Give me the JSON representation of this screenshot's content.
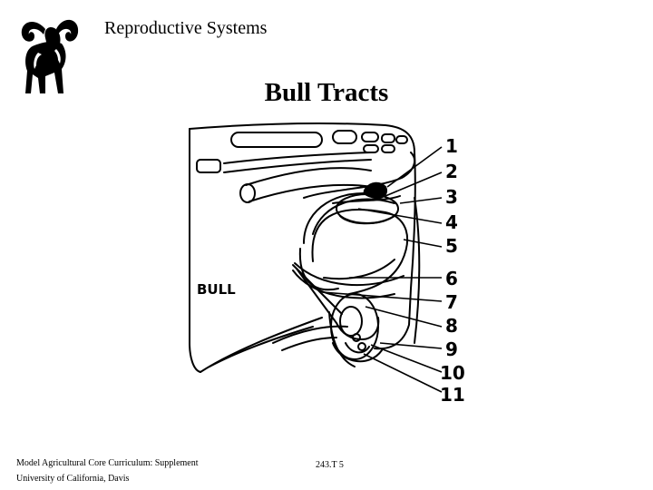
{
  "header": {
    "title": "Reproductive Systems",
    "logo_icon": "ram-icon"
  },
  "slide": {
    "title": "Bull Tracts"
  },
  "diagram": {
    "species_label": "BULL",
    "callouts": [
      "1",
      "2",
      "3",
      "4",
      "5",
      "6",
      "7",
      "8",
      "9",
      "10",
      "11"
    ]
  },
  "footer": {
    "line1": "Model Agricultural Core Curriculum:   Supplement",
    "line2": "University of California, Davis",
    "code": "243.T 5"
  }
}
